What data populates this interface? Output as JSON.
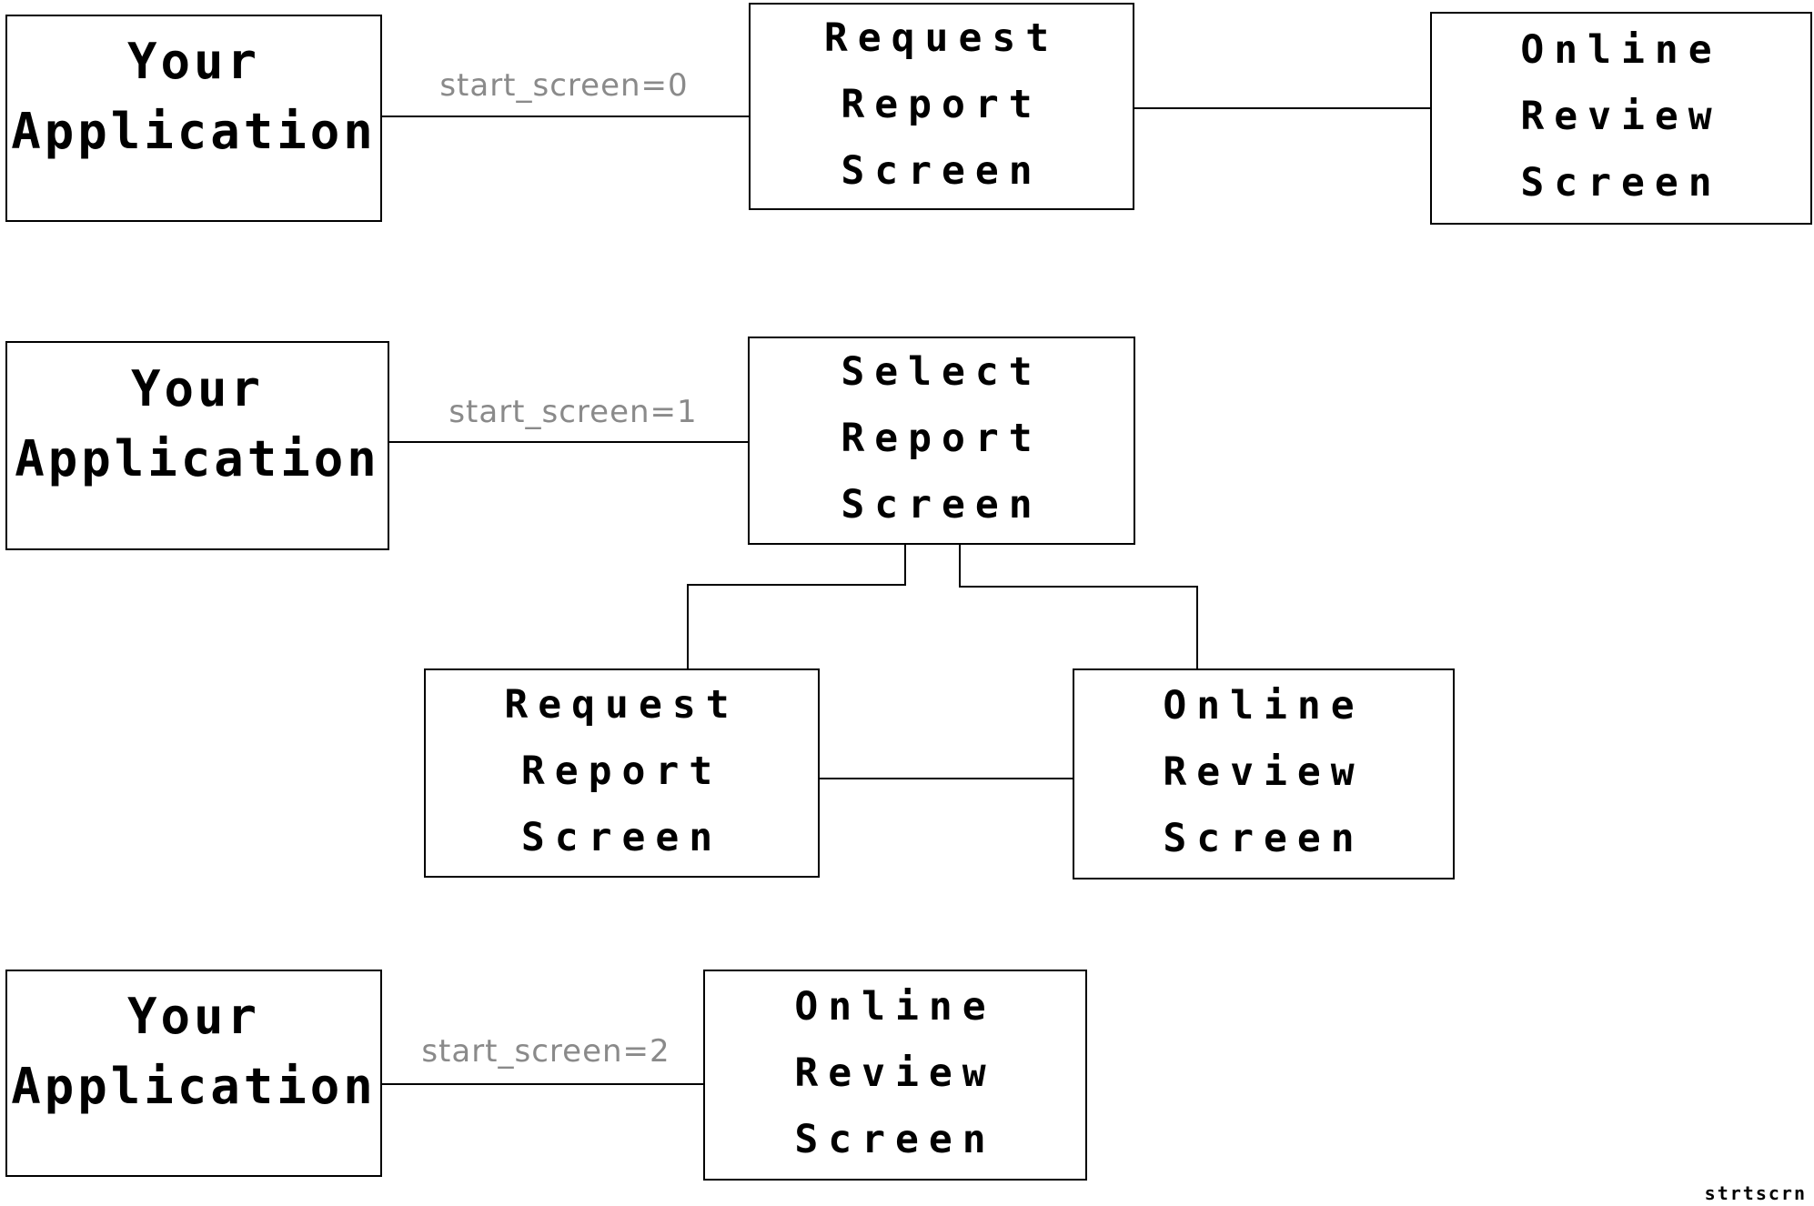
{
  "diagram": {
    "boxes": {
      "app1": {
        "lines": [
          "Your",
          "Application"
        ]
      },
      "req1": {
        "lines": [
          "Request",
          "Report",
          "Screen"
        ]
      },
      "onl1": {
        "lines": [
          "Online",
          "Review",
          "Screen"
        ]
      },
      "app2": {
        "lines": [
          "Your",
          "Application"
        ]
      },
      "sel2": {
        "lines": [
          "Select",
          "Report",
          "Screen"
        ]
      },
      "req2": {
        "lines": [
          "Request",
          "Report",
          "Screen"
        ]
      },
      "onl2": {
        "lines": [
          "Online",
          "Review",
          "Screen"
        ]
      },
      "app3": {
        "lines": [
          "Your",
          "Application"
        ]
      },
      "onl3": {
        "lines": [
          "Online",
          "Review",
          "Screen"
        ]
      }
    },
    "edge_labels": {
      "row1": "start_screen=0",
      "row2": "start_screen=1",
      "row3": "start_screen=2"
    },
    "footer": "strtscrn",
    "colors": {
      "background": "#ffffff",
      "line": "#000000",
      "box_text": "#000000",
      "edge_label_gray": "#8a8a8a"
    }
  }
}
